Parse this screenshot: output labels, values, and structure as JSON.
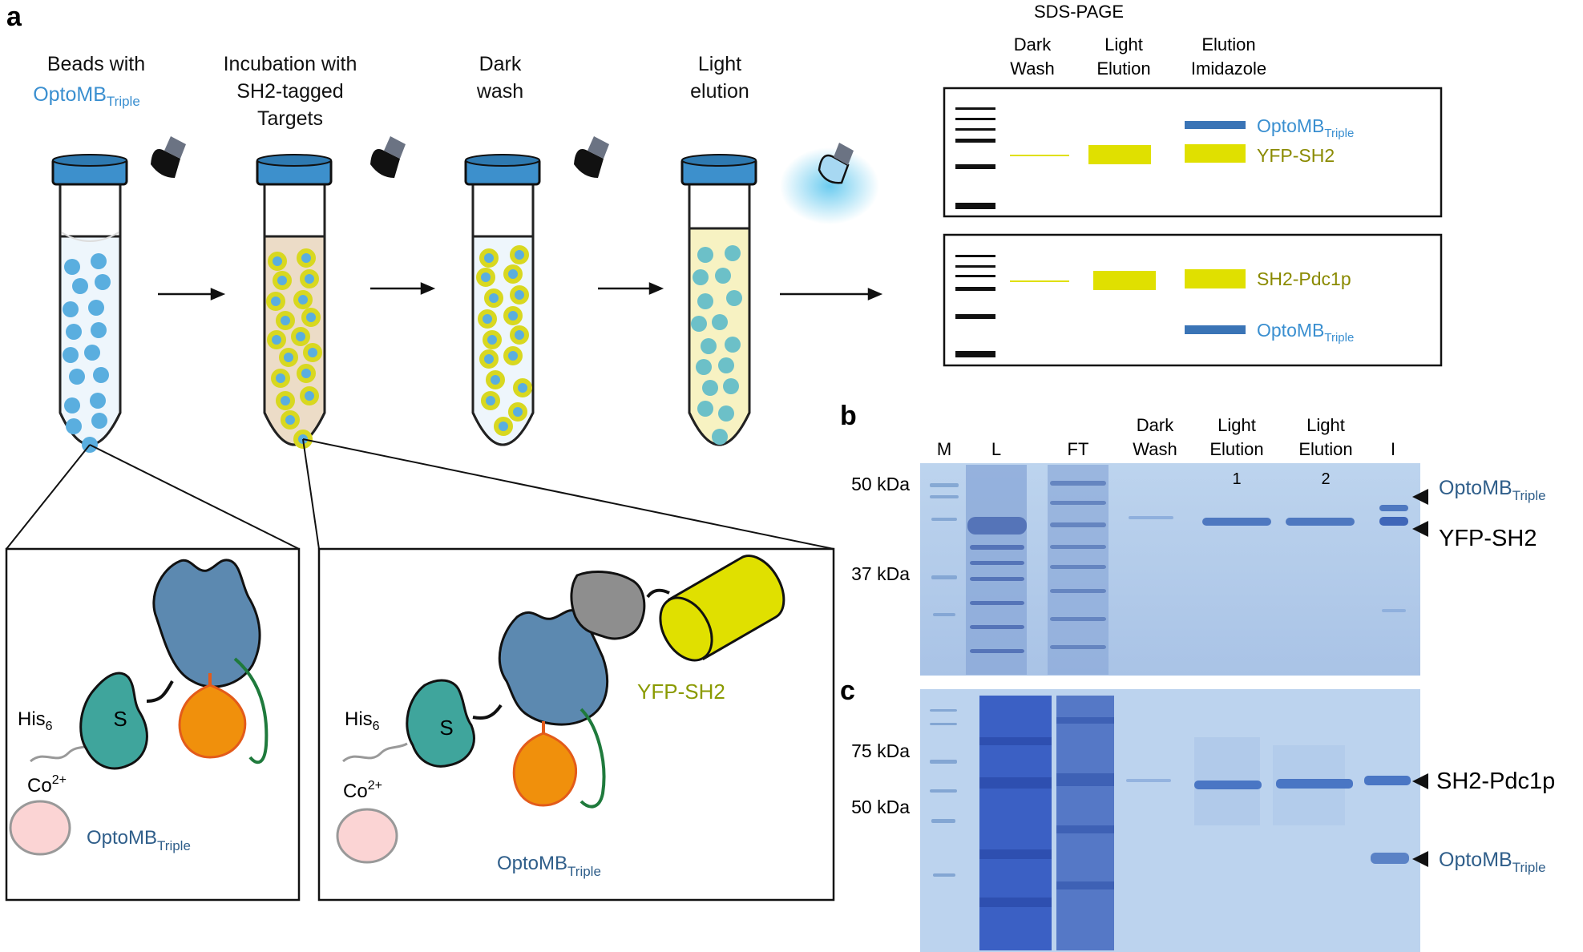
{
  "panels": {
    "a": "a",
    "b": "b",
    "c": "c"
  },
  "steps": [
    {
      "line1": "Beads with",
      "line2": "OptoMB",
      "sub": "Triple",
      "line3": ""
    },
    {
      "line1": "Incubation with",
      "line2": "SH2-tagged",
      "sub": "",
      "line3": "Targets"
    },
    {
      "line1": "Dark",
      "line2": "wash",
      "sub": "",
      "line3": ""
    },
    {
      "line1": "Light",
      "line2": "elution",
      "sub": "",
      "line3": ""
    }
  ],
  "sds": {
    "title": "SDS-PAGE",
    "lanes": [
      {
        "line1": "Dark",
        "line2": "Wash"
      },
      {
        "line1": "Light",
        "line2": "Elution"
      },
      {
        "line1": "Elution",
        "line2": "Imidazole"
      }
    ],
    "box1": {
      "label_optomb": "OptoMB",
      "label_optomb_sub": "Triple",
      "label_target": "YFP-SH2"
    },
    "box2": {
      "label_target": "SH2-Pdc1p",
      "label_optomb": "OptoMB",
      "label_optomb_sub": "Triple"
    }
  },
  "inset_left": {
    "his": "His",
    "his_sub": "6",
    "co": "Co",
    "co_sup": "2+",
    "s": "S",
    "name": "OptoMB",
    "name_sub": "Triple"
  },
  "inset_right": {
    "his": "His",
    "his_sub": "6",
    "co": "Co",
    "co_sup": "2+",
    "s": "S",
    "yfp": "YFP-SH2",
    "name": "OptoMB",
    "name_sub": "Triple"
  },
  "gel_b": {
    "lanes": [
      "M",
      "L",
      "FT",
      "Dark",
      "Wash",
      "Light",
      "Elution",
      "Light",
      "Elution",
      "I"
    ],
    "lane_numbers": [
      "1",
      "2"
    ],
    "markers": [
      "50 kDa",
      "37 kDa"
    ],
    "arrow_labels": {
      "optomb": "OptoMB",
      "optomb_sub": "Triple",
      "target": "YFP-SH2"
    }
  },
  "gel_c": {
    "markers": [
      "75 kDa",
      "50 kDa"
    ],
    "arrow_labels": {
      "target": "SH2-Pdc1p",
      "optomb": "OptoMB",
      "optomb_sub": "Triple"
    }
  },
  "colors": {
    "bead_blue": "#5aaedf",
    "optomb_blue": "#3a74b6",
    "yfp_yellow": "#e0e000",
    "gel_bg": "#b4cdeb",
    "protein_blue": "#5c89b0",
    "protein_teal": "#3fa59c",
    "protein_orange": "#f0900c",
    "linker_green": "#1f7a3c"
  }
}
